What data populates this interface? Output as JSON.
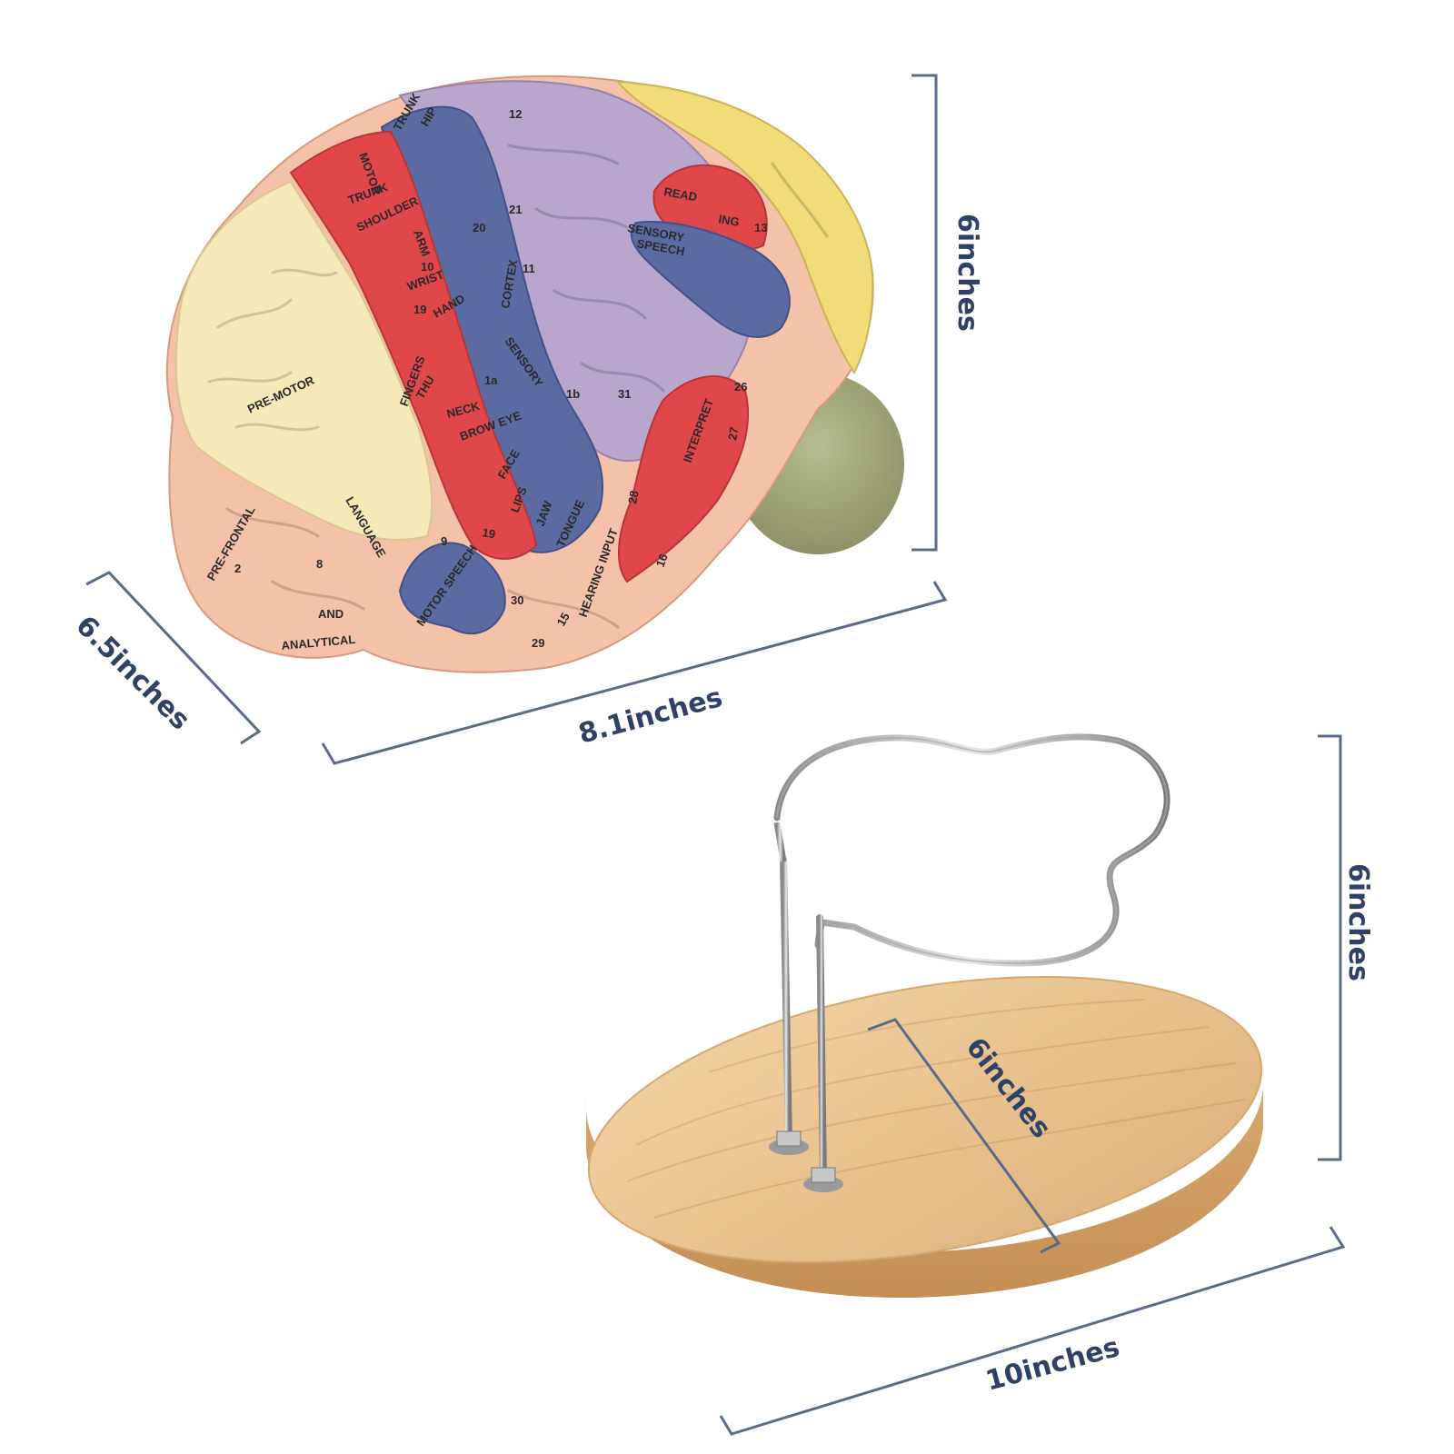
{
  "dimensions": {
    "brain_height": "6inches",
    "brain_depth": "6.5inches",
    "brain_length": "8.1inches",
    "stand_height": "6inches",
    "base_width": "6inches",
    "base_length": "10inches"
  },
  "brain_labels": {
    "hip": "HIP",
    "trunk_top": "TRUNK",
    "motor": "MOTOR",
    "trunk": "TRUNK",
    "shoulder": "SHOULDER",
    "arm": "ARM",
    "n10": "10",
    "wrist": "WRIST",
    "n19": "19",
    "hand": "HAND",
    "fingers": "FINGERS",
    "thumb": "THU",
    "neck": "NECK",
    "brow_eye": "BROW EYE",
    "face": "FACE",
    "lips": "LIPS",
    "jaw": "JAW",
    "tongue": "TONGUE",
    "premotor": "PRE-MOTOR",
    "cortex": "CORTEX",
    "sensory": "SENSORY",
    "n20": "20",
    "n21": "21",
    "n11": "11",
    "n12": "12",
    "n1a": "1a",
    "n1b": "1b",
    "n31": "31",
    "read": "READ",
    "ing": "ING",
    "n13": "13",
    "sensory_speech_1": "SENSORY",
    "sensory_speech_2": "SPEECH",
    "interpret": "INTERPRET",
    "n26": "26",
    "n27": "27",
    "n28": "28",
    "hearing_input": "HEARING INPUT",
    "n16": "16",
    "n15": "15",
    "n30": "30",
    "n29": "29",
    "n19b": "19",
    "n9": "9",
    "motor_speech": "MOTOR SPEECH",
    "language": "LANGUAGE",
    "prefrontal": "PRE-FRONTAL",
    "n2": "2",
    "n8": "8",
    "and": "AND",
    "analytical": "ANALYTICAL"
  },
  "colors": {
    "dimension_text": "#2f4266",
    "dimension_line": "#5a6b88",
    "frontal": "#f6e9b8",
    "motor_cortex": "#e0474a",
    "sensory_cortex": "#5b6aa0",
    "parietal": "#b9a6cc",
    "temporal": "#f3c2a8",
    "occipital": "#f1dc7a",
    "cerebellum": "#a9ad82",
    "wood_base": "#e6c08e"
  }
}
